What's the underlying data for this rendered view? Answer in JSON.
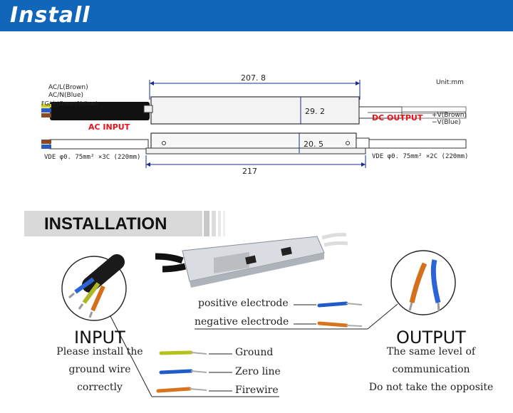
{
  "banner": {
    "title": "Install",
    "color": "#1266b9"
  },
  "dimensions": {
    "unit": "Unit:mm",
    "length_top": "207. 8",
    "height": "29. 2",
    "depth": "20. 5",
    "length_bottom": "217"
  },
  "input_wires": {
    "l": "AC/L(Brown)",
    "n": "AC/N(Blue)",
    "fg": "FG/⏚(Green/Yellow)",
    "label": "AC INPUT",
    "spec": "VDE  φ0. 75mm² ×3C (220mm)"
  },
  "output_wires": {
    "label": "DC OUTPUT",
    "pos": "+V(Brown)",
    "neg": "−V(Blue)",
    "spec": "VDE  φ0. 75mm² ×2C (220mm)"
  },
  "installation": {
    "title": "INSTALLATION",
    "positive": "positive electrode",
    "negative": "negative electrode",
    "input_title": "INPUT",
    "input_desc": [
      "Please install the",
      "ground wire",
      "correctly"
    ],
    "output_title": "OUTPUT",
    "output_desc": [
      "The same level of",
      "communication",
      "Do not take the opposite"
    ],
    "ground": "Ground",
    "zero": "Zero line",
    "fire": "Firewire"
  },
  "colors": {
    "red": "#e8141c",
    "brown": "#d8741f",
    "blue": "#1f5cc9",
    "green_yellow": "#b5c21c"
  }
}
